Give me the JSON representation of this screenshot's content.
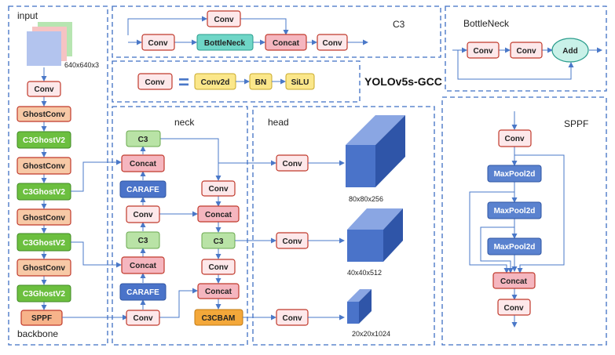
{
  "sections": {
    "input": "input",
    "input_size": "640x640x3",
    "backbone": "backbone",
    "neck": "neck",
    "head": "head",
    "c3": "C3",
    "bottleneck": "BottleNeck",
    "sppf": "SPPF",
    "model_title": "YOLOv5s-GCC"
  },
  "backbone_blocks": [
    "Conv",
    "GhostConv",
    "C3GhostV2",
    "GhostConv",
    "C3GhostV2",
    "GhostConv",
    "C3GhostV2",
    "GhostConv",
    "C3GhostV2",
    "SPPF"
  ],
  "c3_blocks": {
    "conv_top": "Conv",
    "conv_in": "Conv",
    "bottleneck": "BottleNeck",
    "concat": "Concat",
    "conv_out": "Conv"
  },
  "bottleneck_blocks": {
    "conv1": "Conv",
    "conv2": "Conv",
    "add": "Add"
  },
  "conv_def": {
    "conv": "Conv",
    "equals": "=",
    "conv2d": "Conv2d",
    "bn": "BN",
    "silu": "SiLU"
  },
  "neck_blocks": {
    "c3_top": "C3",
    "concat1": "Concat",
    "carafe1": "CARAFE",
    "conv_l1": "Conv",
    "c3_mid": "C3",
    "concat2": "Concat",
    "carafe2": "CARAFE",
    "conv_l2": "Conv",
    "conv_r1": "Conv",
    "concat_r1": "Concat",
    "c3_r": "C3",
    "conv_r2": "Conv",
    "concat_r2": "Concat",
    "c3cbam": "C3CBAM"
  },
  "head_blocks": {
    "conv1": "Conv",
    "conv2": "Conv",
    "conv3": "Conv",
    "out1": "80x80x256",
    "out2": "40x40x512",
    "out3": "20x20x1024"
  },
  "sppf_blocks": {
    "conv_in": "Conv",
    "pool1": "MaxPool2d",
    "pool2": "MaxPool2d",
    "pool3": "MaxPool2d",
    "concat": "Concat",
    "conv_out": "Conv"
  }
}
